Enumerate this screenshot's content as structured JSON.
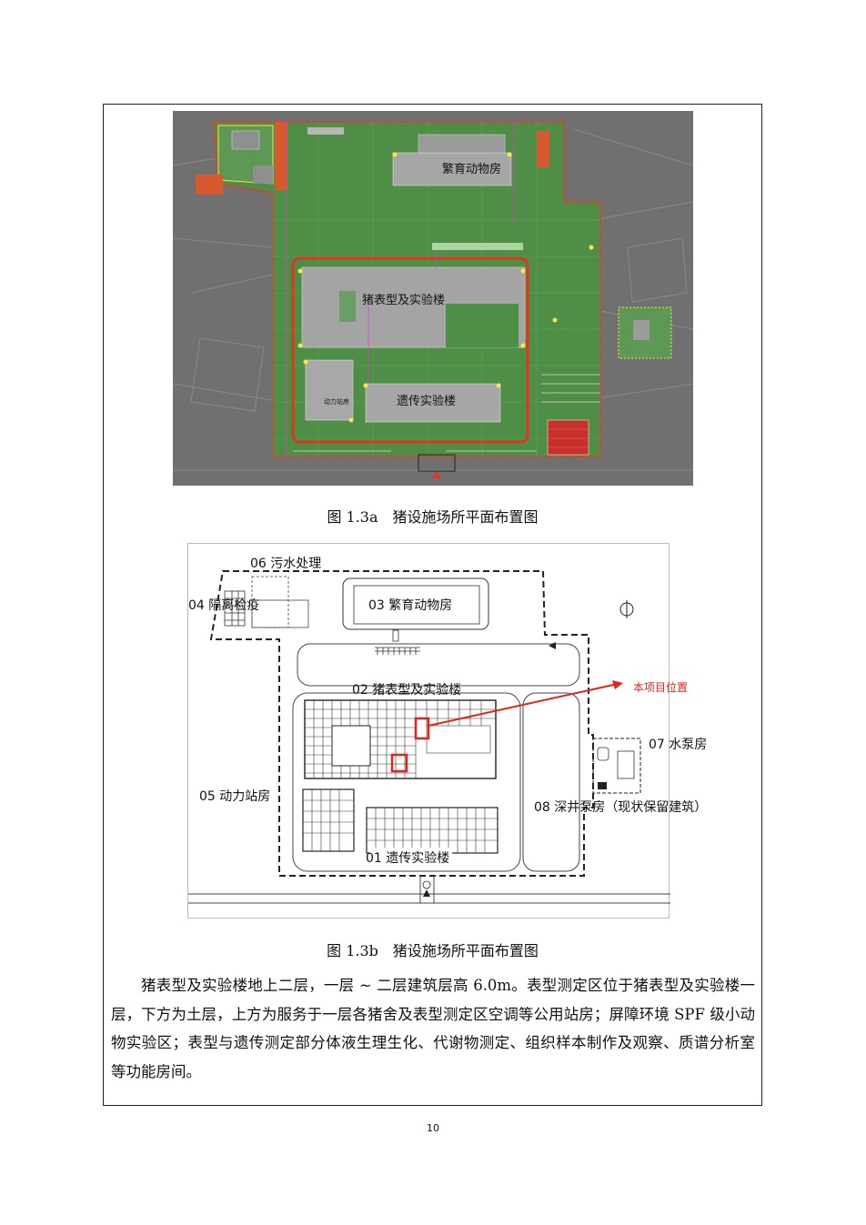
{
  "figure_a": {
    "labels": {
      "nursery": "繁育动物房",
      "phenotype": "猪表型及实验楼",
      "power": "动力站房",
      "genetic": "遗传实验楼"
    },
    "caption": "图 1.3a　猪设施场所平面布置图"
  },
  "figure_b": {
    "labels": {
      "sewage": "06 污水处理",
      "quarantine": "04 隔离检疫",
      "nursery": "03 繁育动物房",
      "phenotype": "02 猪表型及实验楼",
      "project": "本项目位置",
      "pump": "07 水泵房",
      "power": "05 动力站房",
      "well": "08 深井泵房（现状保留建筑）",
      "genetic": "01 遗传实验楼"
    },
    "caption": "图 1.3b　猪设施场所平面布置图"
  },
  "body_text": "猪表型及实验楼地上二层，一层 ~ 二层建筑层高 6.0m。表型测定区位于猪表型及实验楼一层，下方为土层，上方为服务于一层各猪舍及表型测定区空调等公用站房；屏障环境 SPF 级小动物实验区；表型与遗传测定部分体液生理生化、代谢物测定、组织样本制作及观察、质谱分析室等功能房间。",
  "page_number": "10"
}
